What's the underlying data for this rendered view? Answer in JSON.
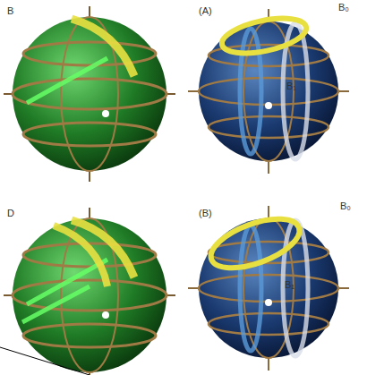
{
  "diagram": {
    "labels": [
      "B",
      "(A)",
      "B₀",
      "B₁",
      "D",
      "(B)",
      "B₀",
      "B₁"
    ]
  }
}
